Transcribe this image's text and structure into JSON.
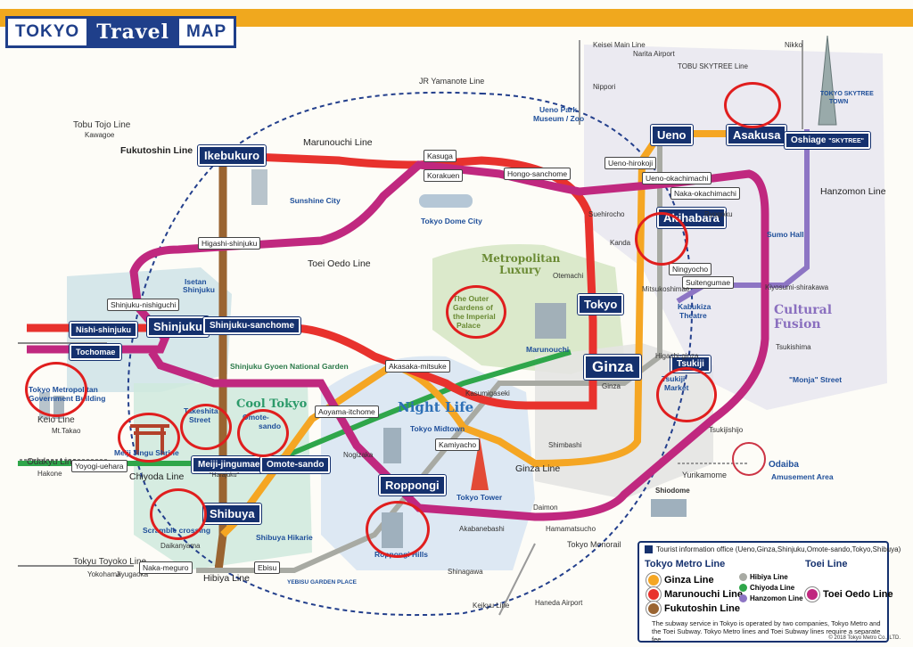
{
  "header": {
    "word1": "TOKYO",
    "word2": "Travel",
    "word3": "MAP"
  },
  "colors": {
    "ginza": "#f5a623",
    "marunouchi": "#e8322d",
    "fukutoshin": "#9a6431",
    "oedo": "#c0287f",
    "hibiya": "#a8aaa3",
    "chiyoda": "#2fa64a",
    "hanzomon": "#8d75c4",
    "yamanote": "#233f8c"
  },
  "lines": {
    "tobu_tojo": "Tobu Tojo Line",
    "kawagoe": "Kawagoe",
    "fukutoshin": "Fukutoshin Line",
    "marunouchi": "Marunouchi Line",
    "jr_yamanote": "JR Yamanote Line",
    "toei_oedo": "Toei Oedo Line",
    "keisei": "Keisei Main Line",
    "narita": "Narita Airport",
    "tobu_skytree": "TOBU SKYTREE Line",
    "nikko": "Nikko",
    "hanzomon": "Hanzomon Line",
    "keio": "Keio Line",
    "mt_takao": "Mt.Takao",
    "odakyu": "Odakyu Line",
    "hakone": "Hakone",
    "chiyoda": "Chiyoda Line",
    "ginza": "Ginza Line",
    "hibiya": "Hibiya Line",
    "tokyu_toyoko": "Tokyu Toyoko Line",
    "yokohama": "Yokohama",
    "jiyugaoka": "Jiyugaoka",
    "tokyo_monorail": "Tokyo Monorail",
    "keikyu": "Keikyu Line",
    "haneda": "Haneda Airport",
    "yurikamome": "Yurikamome"
  },
  "stations": {
    "ikebukuro": "Ikebukuro",
    "shinjuku": "Shinjuku",
    "shinjuku_sanchome": "Shinjuku-sanchome",
    "nishi_shinjuku": "Nishi-shinjuku",
    "tochomae": "Tochomae",
    "ueno": "Ueno",
    "asakusa": "Asakusa",
    "oshiage": "Oshiage",
    "oshiage_sub": "\"SKYTREE\"",
    "tokyo": "Tokyo",
    "ginza": "Ginza",
    "akihabara": "Akihabara",
    "tsukiji": "Tsukiji",
    "shibuya": "Shibuya",
    "roppongi": "Roppongi",
    "meiji_jingumae": "Meiji-jingumae",
    "meiji_sub": "\"Harajuku\"",
    "omote_sando": "Omote-sando",
    "akasaka_mitsuke": "Akasaka-mitsuke",
    "yoyogi_uehara": "Yoyogi-uehara",
    "kasuga": "Kasuga",
    "korakuen": "Korakuen",
    "hongo_sanchome": "Hongo-sanchome",
    "higashi_shinjuku": "Higashi-shinjuku",
    "shinjuku_nishiguchi": "Shinjuku-nishiguchi",
    "ueno_hirokoji": "Ueno-hirokoji",
    "ueno_okachimachi": "Ueno-okachimachi",
    "naka_okachimachi": "Naka-okachimachi",
    "ningyocho": "Ningyocho",
    "suitengumae": "Suitengumae",
    "aoyama_itchome": "Aoyama-itchome",
    "kamiyacho": "Kamiyacho",
    "naka_meguro": "Naka-meguro",
    "ebisu": "Ebisu"
  },
  "places": {
    "nippori": "Nippori",
    "suehirocho": "Suehirocho",
    "kanda": "Kanda",
    "otemachi": "Otemachi",
    "mitsukoshimae": "Mitsukoshimae",
    "ryogoku": "Ryogoku",
    "kiyosumi": "Kiyosumi-shirakawa",
    "tsukishima": "Tsukishima",
    "higashi_ginza": "Higashi-ginza",
    "kasumigaseki": "Kasumigaseki",
    "shimbashi": "Shimbashi",
    "tsukijishijo": "Tsukijishijo",
    "nogizaka": "Nogizaka",
    "daimon": "Daimon",
    "akabanebashi": "Akabanebashi",
    "hamamatsucho": "Hamamatsucho",
    "shinagawa": "Shinagawa",
    "daikanyama": "Daikanyama",
    "shiodome": "Shiodome",
    "ginza_sub": "Ginza"
  },
  "areas": {
    "metropolitan": "Metropolitan",
    "luxury": "Luxury",
    "night_life": "Night Life",
    "cool_tokyo": "Cool Tokyo",
    "cultural": "Cultural",
    "fusion": "Fusion"
  },
  "sights": {
    "ueno_park": "Ueno Park",
    "museum_zoo": "Museum / Zoo",
    "sunshine": "Sunshine City",
    "dome": "Tokyo Dome City",
    "skytree": "TOKYO SKYTREE",
    "skytree_2": "TOWN",
    "sumo": "Sumo Hall",
    "isetan": "Isetan",
    "isetan_2": "Shinjuku",
    "outer": "The Outer",
    "outer_2": "Gardens of",
    "outer_3": "the Imperial",
    "outer_4": "Palace",
    "marunouchi_s": "Marunouchi",
    "kabukiza": "Kabukiza",
    "kabukiza_2": "Theatre",
    "gov": "Tokyo Metropolitan",
    "gov_2": "Government Building",
    "gyoen": "Shinjuku Gyoen National Garden",
    "tsukiji_mkt": "Tsukiji",
    "tsukiji_mkt_2": "Market",
    "monja": "\"Monja\" Street",
    "midtown": "Tokyo Midtown",
    "tower": "Tokyo Tower",
    "odaiba": "Odaiba",
    "odaiba_2": "Amusement Area",
    "meiji_shrine": "Meiji Jingu Shrine",
    "takeshita": "Takeshita",
    "takeshita_2": "Street",
    "omote_s": "Omote-",
    "omote_s2": "sando",
    "scramble": "Scramble crossing",
    "hikarie": "Shibuya Hikarie",
    "hills": "Roppongi Hills",
    "yebisu": "YEBISU GARDEN PLACE"
  },
  "legend": {
    "info_title": "Tourist information office",
    "info_sub": "(Ueno,Ginza,Shinjuku,Omote-sando,Tokyo,Shibuya)",
    "metro_header": "Tokyo Metro Line",
    "toei_header": "Toei Line",
    "ginza": "Ginza Line",
    "marunouchi": "Marunouchi Line",
    "fukutoshin": "Fukutoshin Line",
    "hibiya": "Hibiya Line",
    "chiyoda": "Chiyoda Line",
    "hanzomon": "Hanzomon Line",
    "oedo": "Toei Oedo Line",
    "note": "The subway service in Tokyo is operated by two companies, Tokyo Metro and the Toei Subway. Tokyo Metro lines and Toei Subway lines require a separate fee.",
    "copyright": "© 2018 Tokyo Metro Co., LTD."
  }
}
